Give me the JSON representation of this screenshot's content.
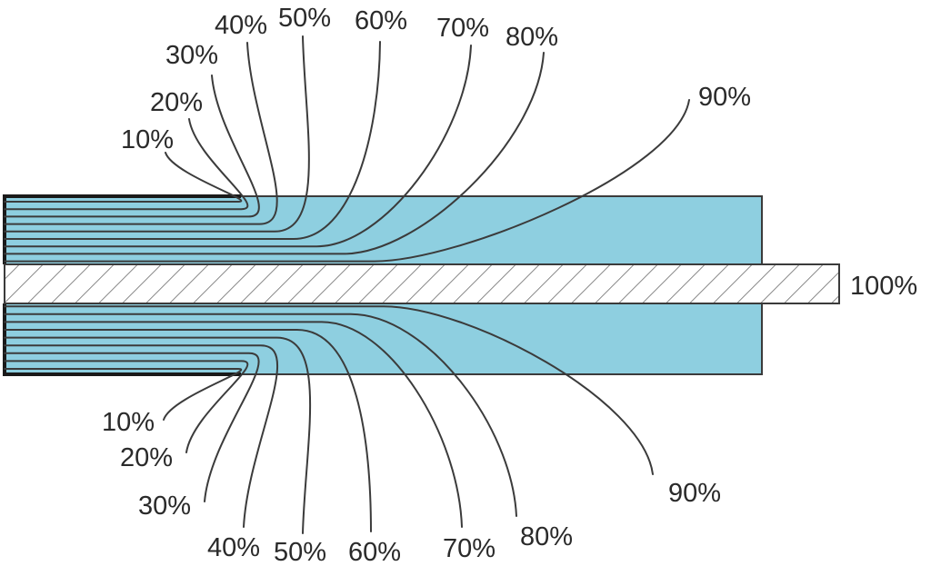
{
  "colors": {
    "dielectric": "#8ecfe0",
    "outline": "#3b3b3b",
    "hatch": "#333333",
    "text": "#2a2a2a"
  },
  "labels": {
    "top": [
      "10%",
      "20%",
      "30%",
      "40%",
      "50%",
      "60%",
      "70%",
      "80%",
      "90%"
    ],
    "bottom": [
      "10%",
      "20%",
      "30%",
      "40%",
      "50%",
      "60%",
      "70%",
      "80%",
      "90%"
    ],
    "center": "100%"
  }
}
